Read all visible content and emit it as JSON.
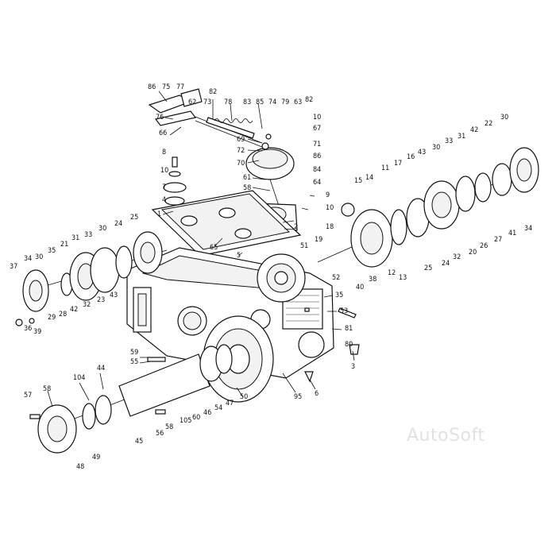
{
  "watermark": "AutoSoft",
  "labels": {
    "l86a": "86",
    "l75": "75",
    "l77": "77",
    "l82a": "82",
    "l62": "62",
    "l73": "73",
    "l78": "78",
    "l83": "83",
    "l85": "85",
    "l74": "74",
    "l79": "79",
    "l63": "63",
    "l82b": "82",
    "l76": "76",
    "l66": "66",
    "l69": "69",
    "l72": "72",
    "l70": "70",
    "l10a": "10",
    "l67": "67",
    "l71": "71",
    "l86b": "86",
    "l84": "84",
    "l61": "61",
    "l58a": "58",
    "l64": "64",
    "l8": "8",
    "l10b": "10",
    "l9": "9",
    "l10c": "10",
    "l7": "7",
    "l4": "4",
    "l1": "1",
    "l2": "2",
    "l65": "65",
    "l5": "5",
    "l25a": "25",
    "l24a": "24",
    "l30a": "30",
    "l33a": "33",
    "l31a": "31",
    "l21": "21",
    "l35a": "35",
    "l34a": "34",
    "l37": "37",
    "l30b": "30",
    "l29": "29",
    "l28": "28",
    "l42a": "42",
    "l32a": "32",
    "l23": "23",
    "l43a": "43",
    "l36": "36",
    "l39": "39",
    "l15": "15",
    "l14": "14",
    "l11": "11",
    "l17": "17",
    "l16": "16",
    "l43b": "43",
    "l33b": "33",
    "l30c": "30",
    "l31b": "31",
    "l42b": "42",
    "l22": "22",
    "l30d": "30",
    "l18": "18",
    "l19": "19",
    "l51": "51",
    "l52": "52",
    "l38": "38",
    "l40": "40",
    "l12": "12",
    "l13": "13",
    "l25b": "25",
    "l24b": "24",
    "l32b": "32",
    "l20": "20",
    "l26": "26",
    "l27": "27",
    "l41": "41",
    "l34b": "34",
    "l35b": "35",
    "l53": "53",
    "l81": "81",
    "l80": "80",
    "l3": "3",
    "l59": "59",
    "l55": "55",
    "l6": "6",
    "l95": "95",
    "l44": "44",
    "l104": "104",
    "l57": "57",
    "l58b": "58",
    "l56": "56",
    "l58c": "58",
    "l105": "105",
    "l60": "60",
    "l46": "46",
    "l54": "54",
    "l47": "47",
    "l50": "50",
    "l45": "45",
    "l49": "49",
    "l48": "48"
  }
}
